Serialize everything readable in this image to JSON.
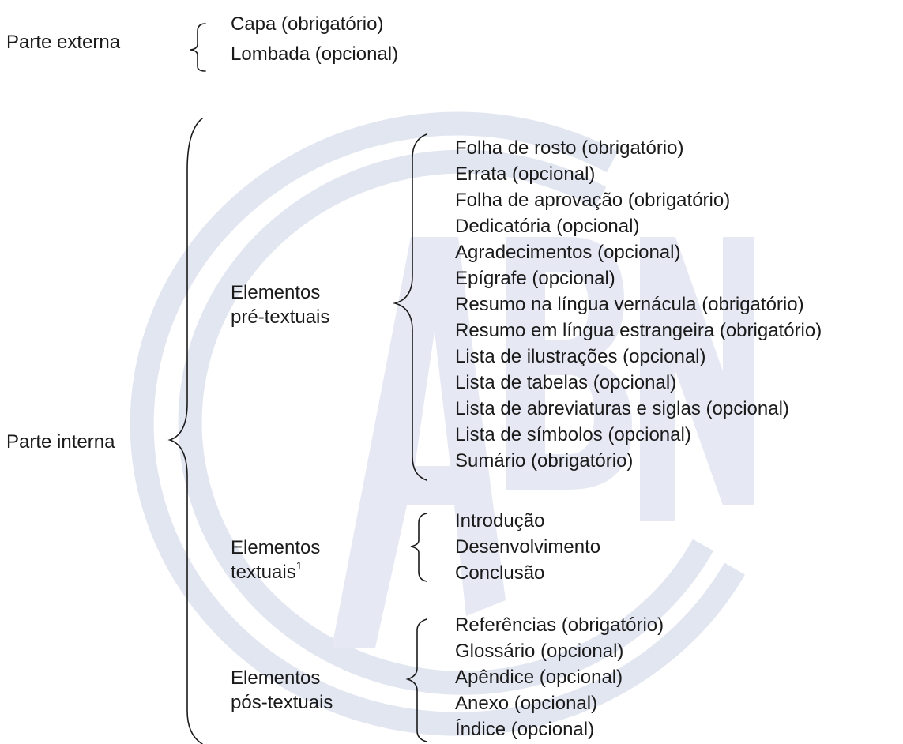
{
  "parte_externa": {
    "label": "Parte externa",
    "items": [
      "Capa (obrigatório)",
      "Lombada (opcional)"
    ]
  },
  "parte_interna": {
    "label": "Parte interna",
    "pre_textuais": {
      "label_line1": "Elementos",
      "label_line2": "pré-textuais",
      "items": [
        "Folha de rosto (obrigatório)",
        "Errata (opcional)",
        "Folha de aprovação (obrigatório)",
        "Dedicatória (opcional)",
        "Agradecimentos (opcional)",
        "Epígrafe (opcional)",
        "Resumo na língua vernácula (obrigatório)",
        "Resumo em língua estrangeira (obrigatório)",
        "Lista de ilustrações (opcional)",
        "Lista de tabelas (opcional)",
        "Lista de abreviaturas e siglas (opcional)",
        "Lista de símbolos (opcional)",
        "Sumário (obrigatório)"
      ]
    },
    "textuais": {
      "label_line1": "Elementos",
      "label_line2": "textuais",
      "footnote": "1",
      "items": [
        "Introdução",
        "Desenvolvimento",
        "Conclusão"
      ]
    },
    "pos_textuais": {
      "label_line1": "Elementos",
      "label_line2": "pós-textuais",
      "items": [
        "Referências (obrigatório)",
        "Glossário (opcional)",
        "Apêndice (opcional)",
        "Anexo (opcional)",
        "Índice (opcional)"
      ]
    }
  },
  "colors": {
    "text": "#1a1a1a",
    "watermark": "#dde2ef"
  }
}
